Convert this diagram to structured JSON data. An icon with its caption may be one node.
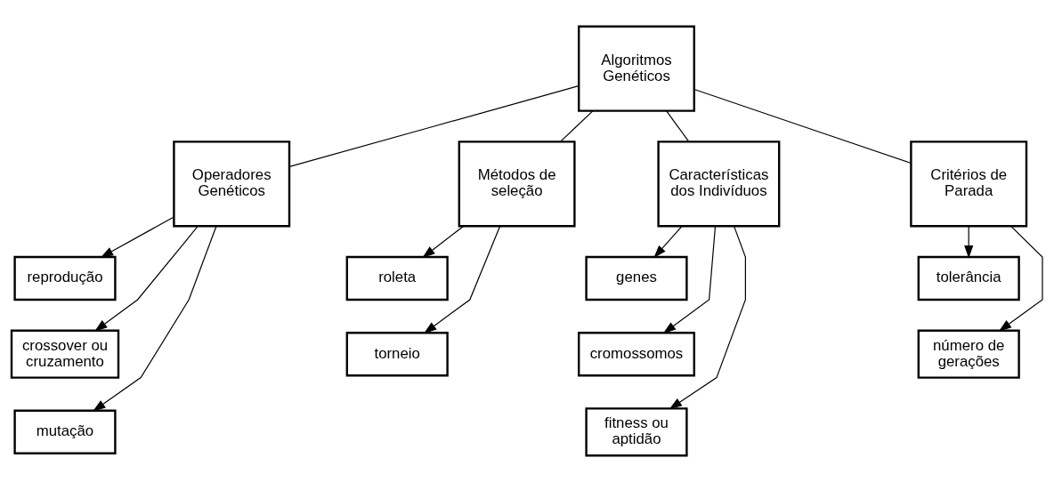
{
  "diagram": {
    "nodes": [
      {
        "text": [
          "Algoritmos Genéticos"
        ]
      },
      {
        "text": [
          "Operadores Genéticos"
        ]
      },
      {
        "text": [
          "Métodos de seleção"
        ]
      },
      {
        "text": [
          "Características dos Indivíduos"
        ]
      },
      {
        "text": [
          "Critérios de Parada"
        ]
      },
      {
        "text": [
          "reprodução"
        ]
      },
      {
        "text": [
          "crossover ou cruzamento"
        ]
      },
      {
        "text": [
          "mutação"
        ]
      },
      {
        "text": [
          "roleta"
        ]
      },
      {
        "text": [
          "torneio"
        ]
      },
      {
        "text": [
          "genes"
        ]
      },
      {
        "text": [
          "cromossomos"
        ]
      },
      {
        "text": [
          "fitness ou aptidão"
        ]
      },
      {
        "text": [
          "tolerância"
        ]
      },
      {
        "text": [
          "número de gerações"
        ]
      }
    ],
    "edges": [
      {
        "from": 0,
        "to": 1,
        "arrow": "none"
      },
      {
        "from": 0,
        "to": 2,
        "arrow": "none"
      },
      {
        "from": 0,
        "to": 3,
        "arrow": "none"
      },
      {
        "from": 0,
        "to": 4,
        "arrow": "none"
      },
      {
        "from": 1,
        "to": 5,
        "arrow": "to"
      },
      {
        "from": 1,
        "to": 6,
        "arrow": "to"
      },
      {
        "from": 1,
        "to": 7,
        "arrow": "to"
      },
      {
        "from": 2,
        "to": 8,
        "arrow": "to"
      },
      {
        "from": 2,
        "to": 9,
        "arrow": "to"
      },
      {
        "from": 3,
        "to": 10,
        "arrow": "to"
      },
      {
        "from": 3,
        "to": 11,
        "arrow": "to"
      },
      {
        "from": 3,
        "to": 12,
        "arrow": "to"
      },
      {
        "from": 4,
        "to": 13,
        "arrow": "to"
      },
      {
        "from": 4,
        "to": 14,
        "arrow": "to"
      }
    ]
  }
}
